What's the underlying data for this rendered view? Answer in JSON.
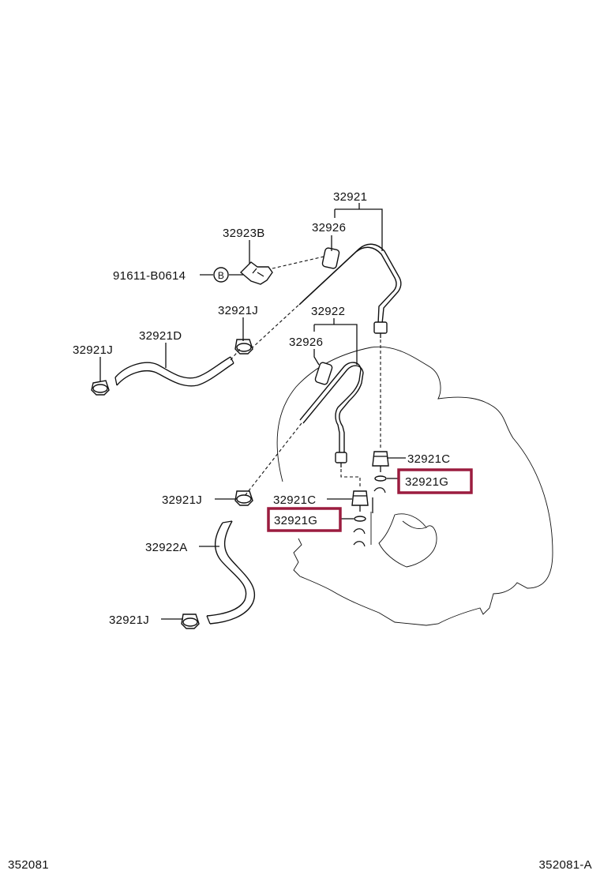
{
  "diagram": {
    "labels": {
      "p32921": "32921",
      "p32926_a": "32926",
      "p32923B": "32923B",
      "p91611": "91611-B0614",
      "circleB": "B",
      "p32921J_a": "32921J",
      "p32922": "32922",
      "p32921D": "32921D",
      "p32921J_b": "32921J",
      "p32926_b": "32926",
      "p32921C_a": "32921C",
      "p32921G_a": "32921G",
      "p32921J_c": "32921J",
      "p32921C_b": "32921C",
      "p32921G_b": "32921G",
      "p32922A": "32922A",
      "p32921J_d": "32921J"
    },
    "footer": {
      "left": "352081",
      "right": "352081-A"
    },
    "highlight_color": "#9b1c3f"
  }
}
